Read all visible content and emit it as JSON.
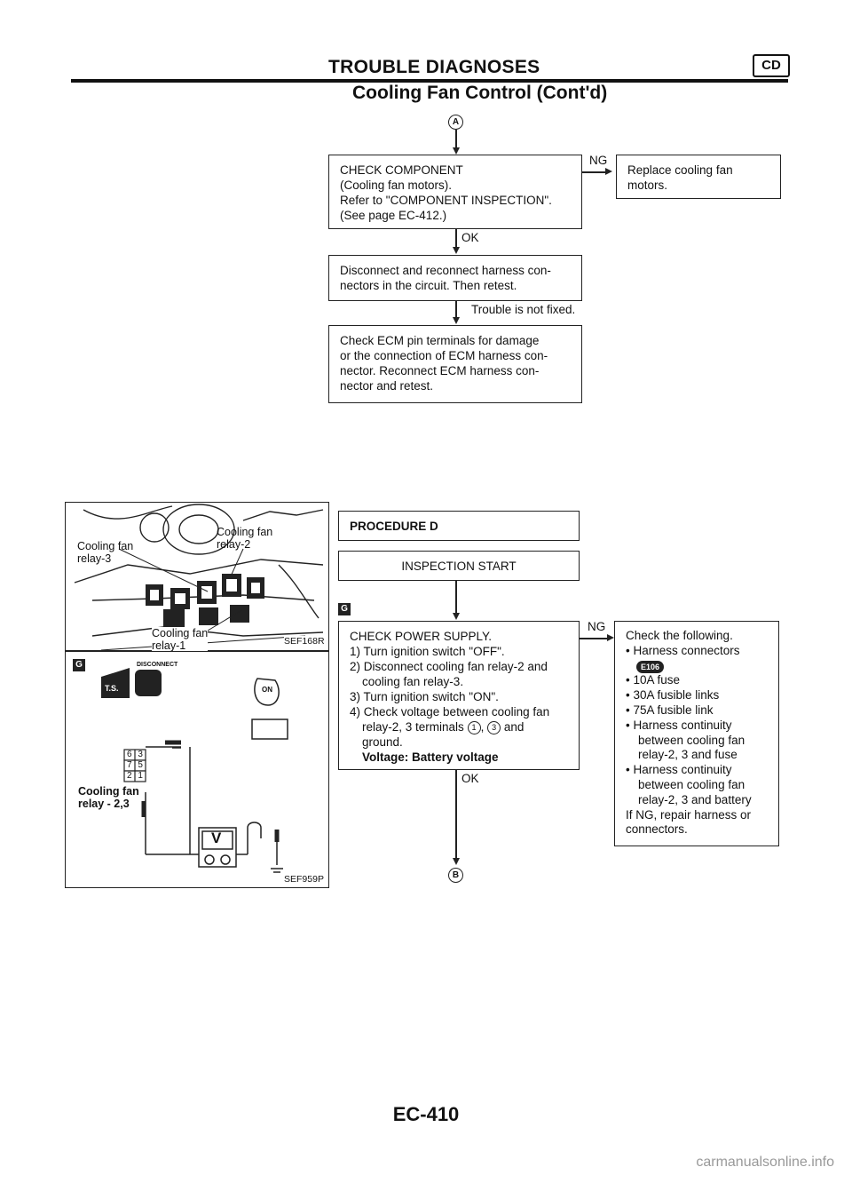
{
  "header": {
    "title": "TROUBLE DIAGNOSES",
    "badge": "CD",
    "subtitle": "Cooling Fan Control (Cont'd)"
  },
  "flow_top": {
    "entry_marker": "A",
    "check_component": [
      "CHECK COMPONENT",
      "(Cooling fan motors).",
      "Refer to \"COMPONENT INSPECTION\".",
      "(See page EC-412.)"
    ],
    "ng_label": "NG",
    "replace_box": [
      "Replace cooling fan",
      "motors."
    ],
    "ok_label": "OK",
    "disconnect_box": [
      "Disconnect and reconnect harness con-",
      "nectors in the circuit. Then retest."
    ],
    "trouble_label": "Trouble is not fixed.",
    "ecm_box": [
      "Check ECM pin terminals for damage",
      "or the connection of ECM harness con-",
      "nector. Reconnect ECM harness con-",
      "nector and retest."
    ]
  },
  "figure_top": {
    "labels": {
      "relay3": [
        "Cooling fan",
        "relay-3"
      ],
      "relay2": [
        "Cooling fan",
        "relay-2"
      ],
      "relay1": [
        "Cooling fan",
        "relay-1"
      ]
    },
    "code": "SEF168R"
  },
  "figure_bottom": {
    "disconnect": "DISCONNECT",
    "ts": "T.S.",
    "on": "ON",
    "terminals": [
      "6",
      "3",
      "7",
      "5",
      "2",
      "1"
    ],
    "relay_label": [
      "Cooling fan",
      "relay - 2,3"
    ],
    "meter": "V",
    "code": "SEF959P"
  },
  "procedure": {
    "title": "PROCEDURE D",
    "start": "INSPECTION START",
    "power_check": {
      "heading": "CHECK POWER SUPPLY.",
      "steps": [
        "1) Turn ignition switch \"OFF\".",
        "2) Disconnect cooling fan relay-2 and",
        "cooling fan relay-3.",
        "3) Turn ignition switch \"ON\".",
        "4) Check voltage between cooling fan",
        "relay-2, 3 terminals",
        "and",
        "ground."
      ],
      "term_a": "1",
      "term_b": "3",
      "voltage": "Voltage: Battery voltage"
    },
    "ng_label": "NG",
    "check_following": [
      "Check the following.",
      "• Harness connectors",
      "E106",
      "• 10A fuse",
      "• 30A fusible links",
      "• 75A fusible link",
      "• Harness continuity",
      "between cooling fan",
      "relay-2, 3 and fuse",
      "• Harness continuity",
      "between cooling fan",
      "relay-2, 3 and battery",
      "If NG, repair harness or",
      "connectors."
    ],
    "ok_label": "OK",
    "exit_marker": "B"
  },
  "footer": {
    "page": "EC-410",
    "watermark": "carmanualsonline.info"
  }
}
